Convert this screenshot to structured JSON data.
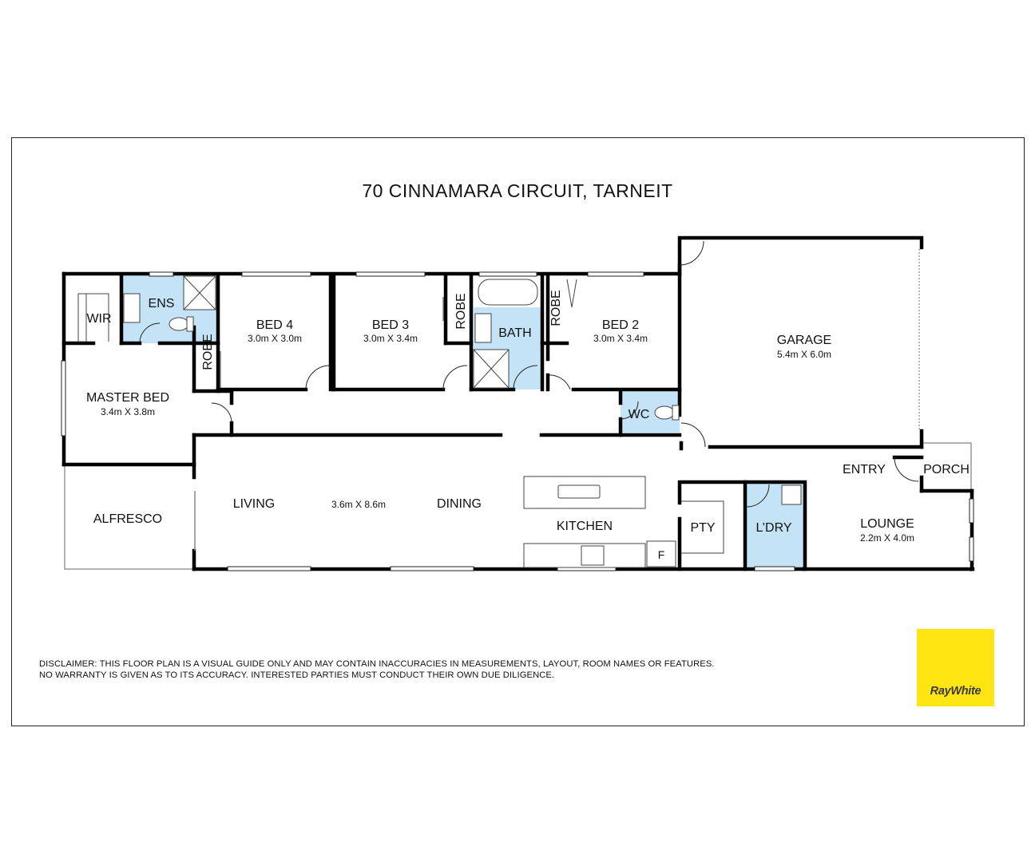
{
  "title": "70 CINNAMARA CIRCUIT, TARNEIT",
  "rooms": {
    "wir": "WIR",
    "ens": "ENS",
    "bed4": {
      "label": "BED 4",
      "dim": "3.0m X 3.0m"
    },
    "bed3": {
      "label": "BED 3",
      "dim": "3.0m X 3.4m"
    },
    "bed2": {
      "label": "BED 2",
      "dim": "3.0m X 3.4m"
    },
    "robe1": "ROBE",
    "robe2": "ROBE",
    "robe3": "ROBE",
    "bath": "BATH",
    "garage": {
      "label": "GARAGE",
      "dim": "5.4m X 6.0m"
    },
    "master": {
      "label": "MASTER BED",
      "dim": "3.4m X 3.8m"
    },
    "wc": "WC",
    "alfresco": "ALFRESCO",
    "living": "LIVING",
    "living_dim": "3.6m X 8.6m",
    "dining": "DINING",
    "kitchen": "KITCHEN",
    "pty": "PTY",
    "ldry": "L’DRY",
    "fridge": "F",
    "entry": "ENTRY",
    "porch": "PORCH",
    "lounge": {
      "label": "LOUNGE",
      "dim": "2.2m X 4.0m"
    }
  },
  "disclaimer": [
    "DISCLAIMER: THIS FLOOR PLAN IS A VISUAL GUIDE ONLY AND MAY CONTAIN INACCURACIES IN MEASUREMENTS, LAYOUT, ROOM NAMES OR FEATURES.",
    "NO WARRANTY IS GIVEN AS TO ITS ACCURACY. INTERESTED PARTIES MUST CONDUCT THEIR OWN DUE DILIGENCE."
  ],
  "logo": {
    "text": "RayWhite",
    "color": "#ffe512"
  },
  "colors": {
    "wet_area": "#c4e3f7",
    "wall": "#000000"
  }
}
